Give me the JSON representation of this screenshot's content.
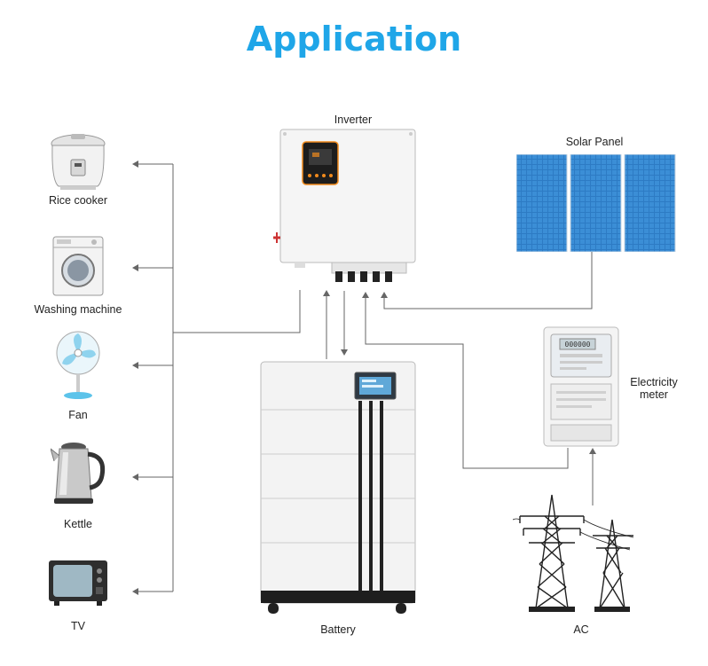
{
  "title": "Application",
  "colors": {
    "title": "#1fa6e8",
    "line": "#666666",
    "panel": "#2d7bc4",
    "accent": "#f08a1c"
  },
  "labels": {
    "inverter": "Inverter",
    "solar_panel": "Solar Panel",
    "electricity_meter_line1": "Electricity",
    "electricity_meter_line2": "meter",
    "battery": "Battery",
    "ac": "AC",
    "rice_cooker": "Rice cooker",
    "washing_machine": "Washing machine",
    "fan": "Fan",
    "kettle": "Kettle",
    "tv": "TV"
  },
  "icons": [
    "rice-cooker-icon",
    "washing-machine-icon",
    "fan-icon",
    "kettle-icon",
    "tv-icon",
    "inverter-icon",
    "solar-panel-icon",
    "electricity-meter-icon",
    "battery-icon",
    "transmission-tower-icon"
  ]
}
